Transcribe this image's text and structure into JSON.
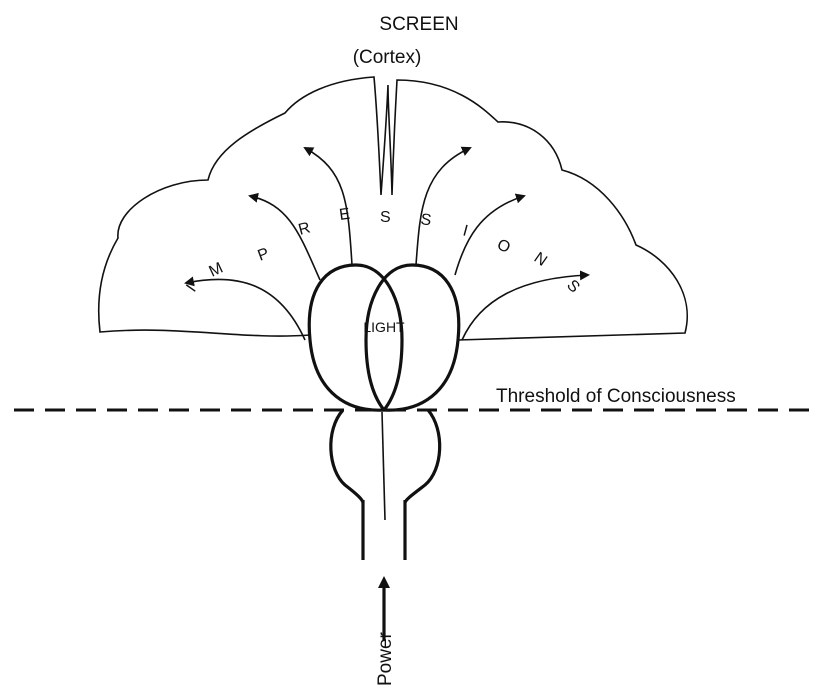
{
  "labels": {
    "screen": "SCREEN",
    "cortex": "(Cortex)",
    "light": "LIGHT",
    "threshold": "Threshold of Consciousness",
    "power": "Power"
  },
  "impressions_letters": [
    "I",
    "M",
    "P",
    "R",
    "E",
    "S",
    "S",
    "I",
    "O",
    "N",
    "S"
  ]
}
